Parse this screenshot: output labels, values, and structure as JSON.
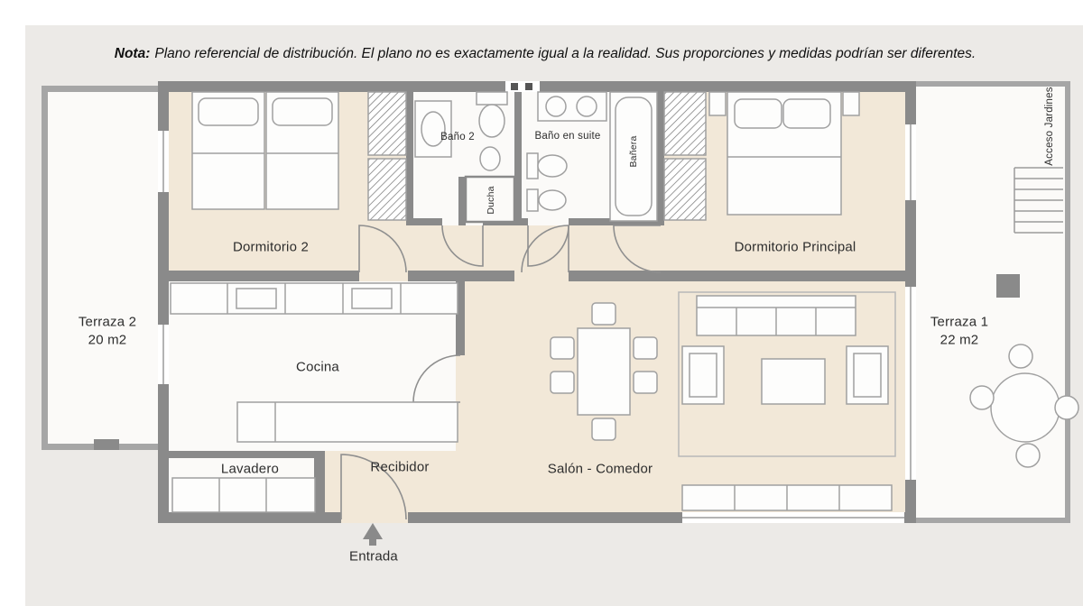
{
  "note": {
    "prefix": "Nota:",
    "body": "Plano referencial de distribución. El plano no es exactamente igual a la realidad. Sus proporciones y medidas podrían ser diferentes."
  },
  "rooms": {
    "dormitorio2": "Dormitorio 2",
    "bano2": "Baño 2",
    "ducha": "Ducha",
    "bano_en_suite": "Baño en suite",
    "banera": "Bañera",
    "dormitorio_principal": "Dormitorio Principal",
    "cocina": "Cocina",
    "lavadero": "Lavadero",
    "recibidor": "Recibidor",
    "salon_comedor": "Salón - Comedor",
    "terraza1": {
      "name": "Terraza 1",
      "area": "22 m2"
    },
    "terraza2": {
      "name": "Terraza 2",
      "area": "20 m2"
    },
    "acceso_jardines": "Acceso Jardines",
    "entrada": "Entrada"
  },
  "colors": {
    "background": "#eceae7",
    "room_fill": "#f2e8d8",
    "wall": "#8a8a8a",
    "terrace_wall": "#a6a6a6",
    "furniture_stroke": "#a0a0a0"
  }
}
